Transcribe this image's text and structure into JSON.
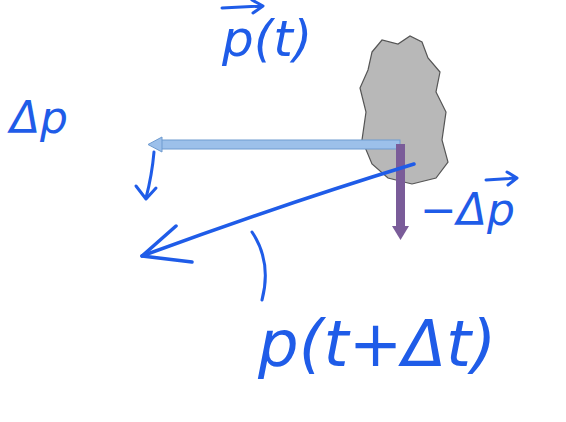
{
  "diagram": {
    "labels": [
      "p(t)",
      "Δp",
      "−Δp",
      "p(t+Δt)"
    ]
  }
}
